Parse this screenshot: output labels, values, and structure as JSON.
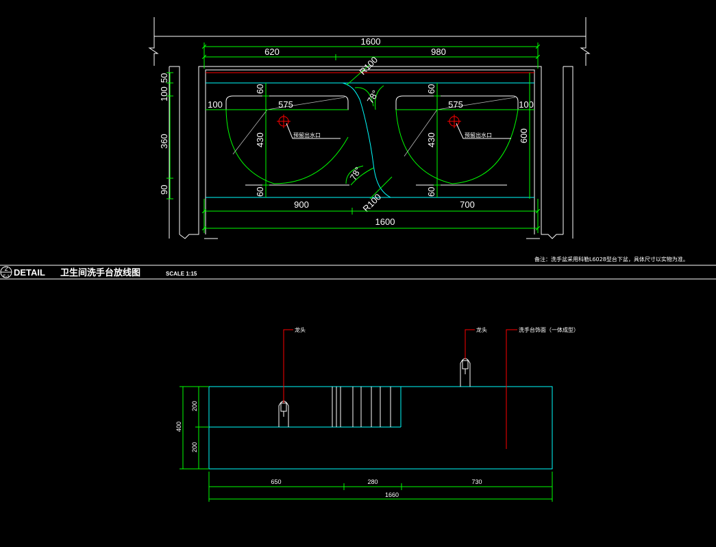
{
  "plan": {
    "dims": {
      "total_top": "1600",
      "left_top": "620",
      "right_top": "980",
      "radius_top": "R100",
      "angle_top": "78°",
      "angle_bottom": "78°",
      "radius_bottom": "R100",
      "left_back": "60",
      "right_back": "60",
      "left_front": "60",
      "right_front": "60",
      "left_depth": "430",
      "right_depth": "430",
      "left_width": "575",
      "right_width": "575",
      "left_edge": "100",
      "right_edge": "100",
      "overall_depth": "600",
      "side_100": "100",
      "side_50": "50",
      "side_360": "360",
      "side_90": "90",
      "bottom_left": "900",
      "bottom_right": "700",
      "total_bottom": "1600"
    },
    "drain_label_left": "预留出水口",
    "drain_label_right": "预留出水口",
    "note": "备注：洗手盆采用科勒L6028型台下盆，具体尺寸以实物为准。"
  },
  "title_block": {
    "number": "2",
    "ref": "E-1",
    "detail": "DETAIL",
    "name": "卫生间洗手台放线图",
    "scale": "SCALE  1:15"
  },
  "elevation": {
    "label_faucet_left": "龙头",
    "label_faucet_right": "龙头",
    "label_counter": "洗手台饰面（一体成型）",
    "dims": {
      "height_upper": "200",
      "height_lower": "200",
      "height_total": "400",
      "bottom_left": "650",
      "bottom_mid": "280",
      "bottom_right": "730",
      "bottom_total": "1660"
    }
  },
  "colors": {
    "background": "#000000",
    "dimension": "#00ff00",
    "outline": "#ffffff",
    "basin": "#00ffff",
    "marker": "#ff0000"
  }
}
